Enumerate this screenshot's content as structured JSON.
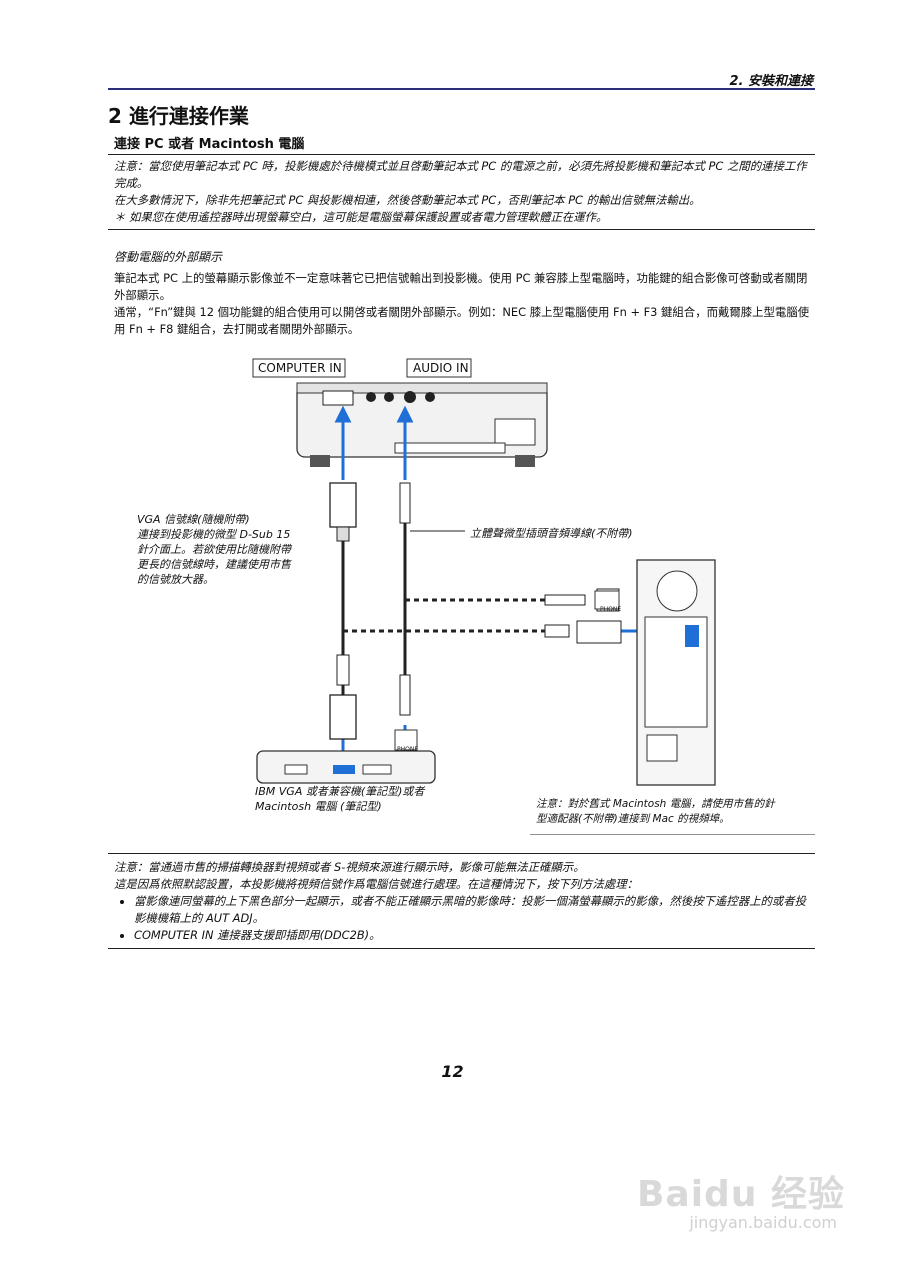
{
  "header": {
    "section": "2. 安裝和連接"
  },
  "title": "2 進行連接作業",
  "subtitle": "連接 PC 或者 Macintosh 電腦",
  "notes_top": [
    "注意：當您使用筆記本式 PC 時，投影機處於待機模式並且啓動筆記本式 PC 的電源之前，必須先將投影機和筆記本式 PC 之間的連接工作完成。",
    "在大多數情況下，除非先把筆記式 PC 與投影機相連，然後啓動筆記本式 PC，否則筆記本 PC 的輸出信號無法輸出。",
    "＊ 如果您在使用遙控器時出現螢幕空白，這可能是電腦螢幕保護設置或者電力管理軟體正在運作。"
  ],
  "section_heading": "啓動電腦的外部顯示",
  "paragraphs": [
    "筆記本式 PC 上的螢幕顯示影像並不一定意味著它已把信號輸出到投影機。使用 PC 兼容膝上型電腦時，功能鍵的組合影像可啓動或者關閉外部顯示。",
    "通常，“Fn”鍵與 12 個功能鍵的組合使用可以開啓或者關閉外部顯示。例如：NEC 膝上型電腦使用 Fn + F3 鍵組合，而戴爾膝上型電腦使用 Fn + F8 鍵組合，去打開或者關閉外部顯示。"
  ],
  "diagram": {
    "computer_in": "COMPUTER IN",
    "audio_in": "AUDIO IN",
    "vga_cable": "VGA 信號線(隨機附帶)\n連接到投影機的微型 D-Sub 15\n針介面上。若欲使用比隨機附帶\n更長的信號線時，建議使用市售\n的信號放大器。",
    "audio_cable": "立體聲微型插頭音頻導線(不附帶)",
    "ibm_label": "IBM VGA 或者兼容機(筆記型)或者\nMacintosh 電腦 (筆記型)",
    "mac_note": "注意：對於舊式 Macintosh 電腦，請使用市售的針\n型適配器(不附帶)連接到 Mac 的視頻埠。",
    "phone": "PHONE"
  },
  "notes_bottom": {
    "lead1": "注意：當通過市售的掃描轉換器對視頻或者 S-視頻來源進行顯示時，影像可能無法正確顯示。",
    "lead2": "這是因爲依照默認設置，本投影機將視頻信號作爲電腦信號進行處理。在這種情況下，按下列方法處理：",
    "bullets": [
      "當影像連同螢幕的上下黑色部分一起顯示，或者不能正確顯示黑暗的影像時：投影一個滿螢幕顯示的影像，然後按下遙控器上的或者投影機機箱上的 AUT ADJ。",
      "COMPUTER IN 連接器支援即插即用(DDC2B)。"
    ]
  },
  "page_number": "12",
  "watermark": {
    "brand": "Baidu 经验",
    "url": "jingyan.baidu.com"
  }
}
